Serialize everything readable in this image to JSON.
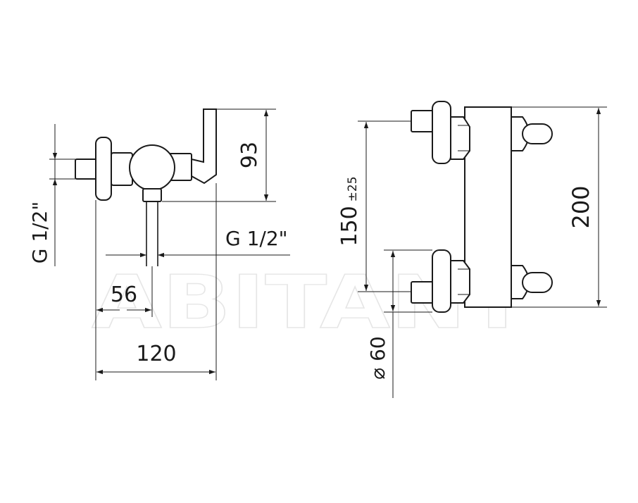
{
  "watermark": "ABITANT",
  "side_view": {
    "dim_handle_height": "93",
    "dim_thread_inlet": "G 1/2\"",
    "dim_thread_outlet": "G 1/2\"",
    "dim_offset": "56",
    "dim_depth": "120"
  },
  "front_view": {
    "dim_centers": "150",
    "dim_centers_tol": "±25",
    "dim_height": "200",
    "dim_rosette": "⌀ 60"
  },
  "colors": {
    "line": "#1a1a1a",
    "watermark": "#e6e6e6",
    "background": "#ffffff"
  }
}
